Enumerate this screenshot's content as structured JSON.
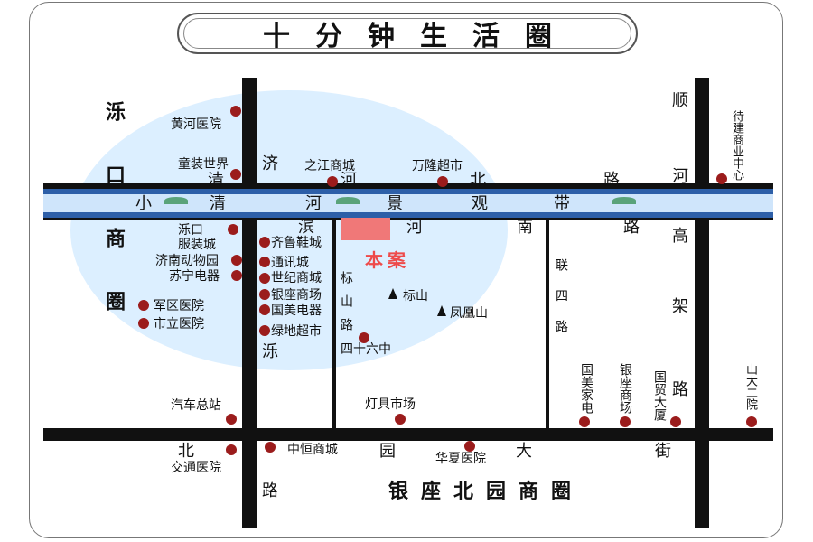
{
  "title": "十分钟生活圈",
  "highlight": "本案",
  "bottom_circle": "银座北园商圈",
  "left_circle": "泺口商圈",
  "roads": {
    "river_row": [
      "小",
      "清",
      "河",
      "景",
      "观",
      "带"
    ],
    "jiluo_top": "济",
    "jiluo_bottom_1": "泺",
    "jiluo_bottom_2": "路",
    "hebei_1": "河",
    "hebei_2": "北",
    "hebei_3": "路",
    "binhe_1": "滨",
    "binhe_2": "河",
    "binhe_3": "南",
    "binhe_4": "路",
    "qing_left": "清",
    "biaoshan_road": "标山路",
    "liansi_road": "联四路",
    "shunhe": [
      "顺",
      "河",
      "高",
      "架",
      "路"
    ],
    "beiyuan": [
      "北",
      "园",
      "大",
      "街"
    ],
    "lu_bottom": "路"
  },
  "pois": {
    "huanghe_hospital": "黄河医院",
    "tongzhuang_1": "童装世界",
    "luokou_1": "泺口",
    "luokou_2": "服装城",
    "zoo": "济南动物园",
    "suning": "苏宁电器",
    "junqu": "军区医院",
    "shili": "市立医院",
    "qilu": "齐鲁鞋城",
    "tongxun": "通讯城",
    "shiji": "世纪商城",
    "yinzuo_1": "银座商场",
    "guomei_1": "国美电器",
    "lvdi": "绿地超市",
    "zhijiang": "之江商城",
    "wanlong": "万隆超市",
    "biaoshan": "标山",
    "fenghuang": "凤凰山",
    "school46": "四十六中",
    "qiche": "汽车总站",
    "jiaotong": "交通医院",
    "zhongheng": "中恒商城",
    "dengju": "灯具市场",
    "huaxia": "华夏医院",
    "guomei_2": "国美家电",
    "yinzuo_2": "银座商场",
    "guomao": "国贸大厦",
    "daijian": "待建商业中心",
    "shanda": "山大二院"
  },
  "colors": {
    "river": "#2d5fa8",
    "halo": "#dcefff",
    "poi": "#9b1c1c",
    "highlight": "#ee4a4a"
  }
}
